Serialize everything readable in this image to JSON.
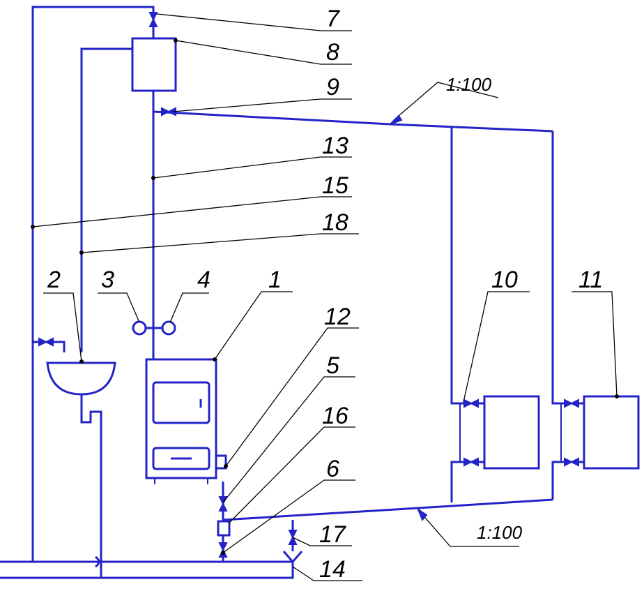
{
  "labels": {
    "n1": "1",
    "n2": "2",
    "n3": "3",
    "n4": "4",
    "n5": "5",
    "n6": "6",
    "n7": "7",
    "n8": "8",
    "n9": "9",
    "n10": "10",
    "n11": "11",
    "n12": "12",
    "n13": "13",
    "n14": "14",
    "n15": "15",
    "n16": "16",
    "n17": "17",
    "n18": "18"
  },
  "slopes": {
    "top": "1:100",
    "bottom": "1:100"
  },
  "colors": {
    "pipe": "#2323c8",
    "leader": "#000000",
    "background": "#ffffff"
  }
}
